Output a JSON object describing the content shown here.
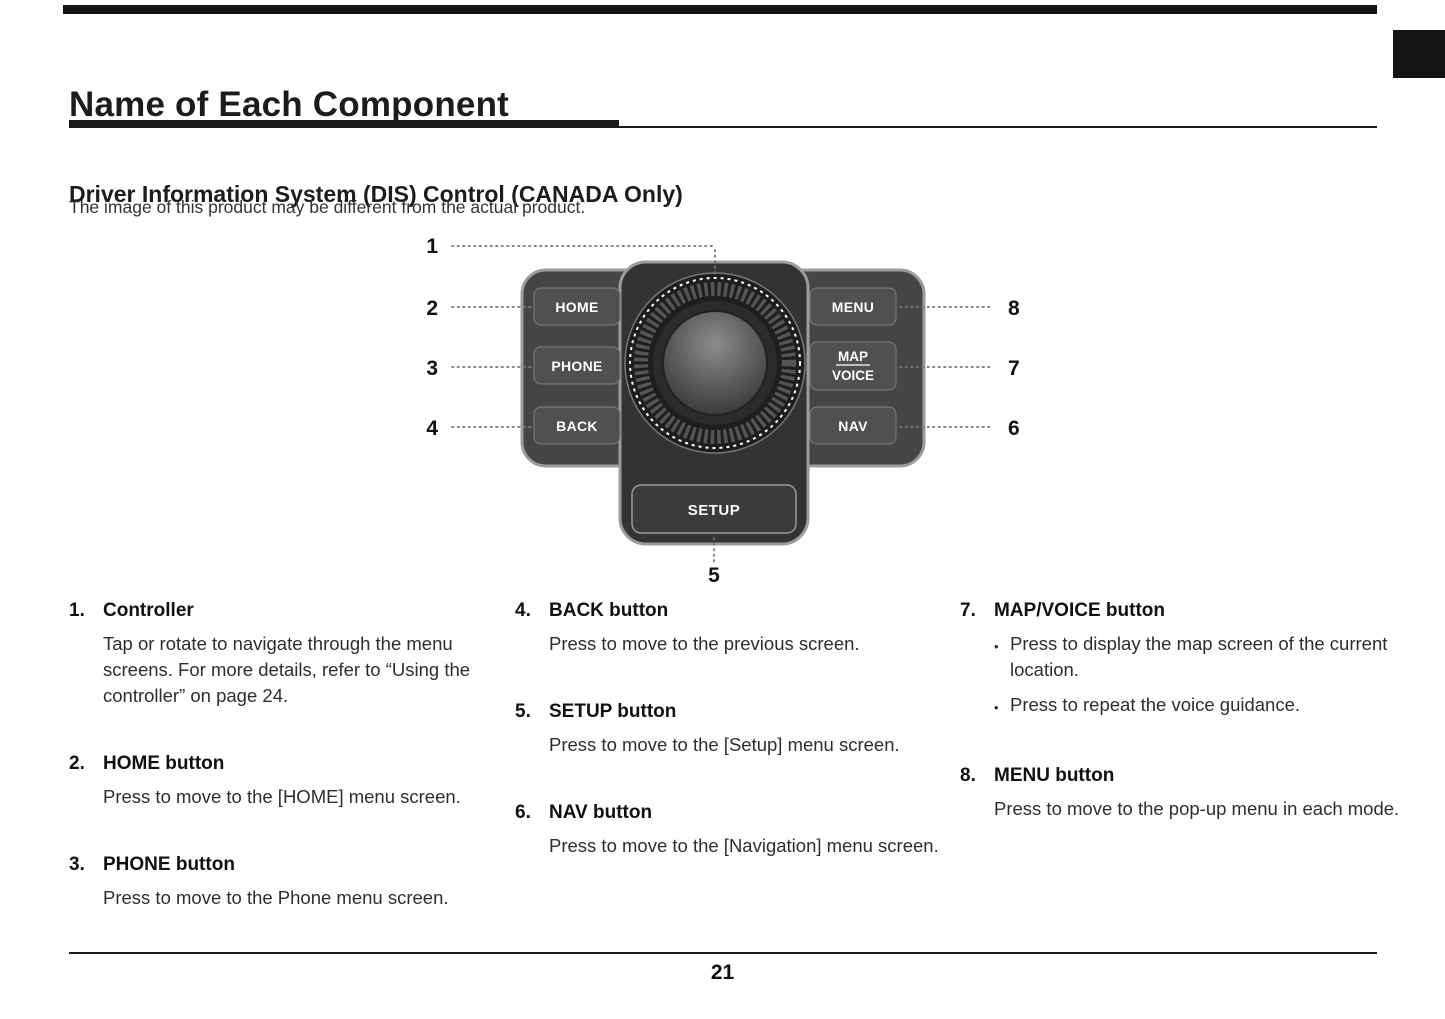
{
  "page": {
    "title": "Name of Each Component",
    "page_number": "21"
  },
  "section": {
    "heading": "Driver Information System (DIS) Control (CANADA Only)",
    "subheading": "The image of this product may be different from the actual product."
  },
  "diagram": {
    "callouts": {
      "c1": "1",
      "c2": "2",
      "c3": "3",
      "c4": "4",
      "c5": "5",
      "c6": "6",
      "c7": "7",
      "c8": "8"
    },
    "buttons": {
      "home": "HOME",
      "phone": "PHONE",
      "back": "BACK",
      "menu": "MENU",
      "map": "MAP",
      "voice": "VOICE",
      "nav": "NAV",
      "setup": "SETUP"
    }
  },
  "descriptions": {
    "bullet_char": "•",
    "columns": [
      {
        "items": [
          {
            "num": "1.",
            "title": "Controller",
            "body": "Tap or rotate to navigate through the menu screens. For more details, refer to “Using the controller” on page 24."
          },
          {
            "num": "2.",
            "title": "HOME button",
            "body": "Press to move to the [HOME] menu screen."
          },
          {
            "num": "3.",
            "title": "PHONE button",
            "body": "Press to move to the Phone menu screen."
          }
        ]
      },
      {
        "items": [
          {
            "num": "4.",
            "title": "BACK  button",
            "body": "Press to move to the previous screen."
          },
          {
            "num": "5.",
            "title": "SETUP button",
            "body": "Press to move to the [Setup] menu screen."
          },
          {
            "num": "6.",
            "title": "NAV button",
            "body": "Press to move to the [Navigation] menu screen."
          }
        ]
      },
      {
        "items": [
          {
            "num": "7.",
            "title": "MAP/VOICE button",
            "bullets": [
              "Press to display the map screen of the current location.",
              "Press to repeat the voice guidance."
            ]
          },
          {
            "num": "8.",
            "title": "MENU button",
            "body": "Press to move to the pop-up menu in each mode."
          }
        ]
      }
    ]
  }
}
